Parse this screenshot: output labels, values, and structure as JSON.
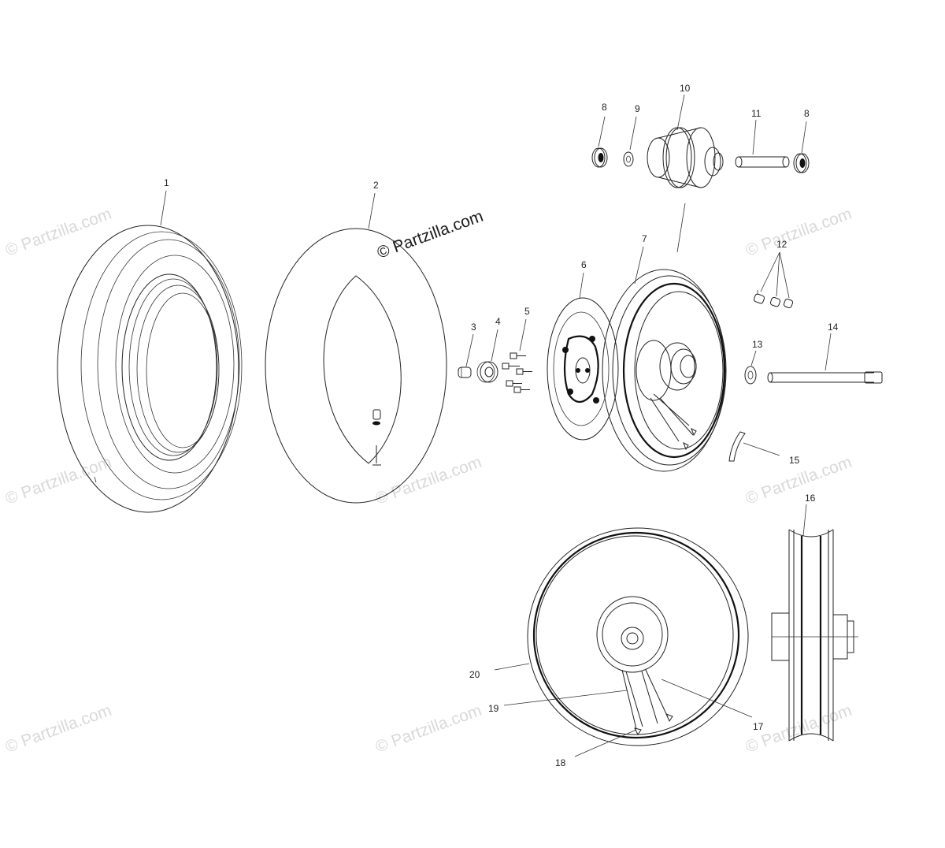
{
  "watermarks": {
    "main": "© Partzilla.com",
    "faint": "© Partzilla.com"
  },
  "callouts": {
    "c1": "1",
    "c2": "2",
    "c3": "3",
    "c4": "4",
    "c5": "5",
    "c6": "6",
    "c7": "7",
    "c8a": "8",
    "c8b": "8",
    "c9": "9",
    "c10": "10",
    "c11": "11",
    "c12": "12",
    "c13": "13",
    "c14": "14",
    "c15": "15",
    "c16": "16",
    "c17": "17",
    "c18": "18",
    "c19": "19",
    "c20": "20"
  },
  "colors": {
    "line": "#222222",
    "watermark": "#d9d9d9",
    "background": "#ffffff"
  }
}
